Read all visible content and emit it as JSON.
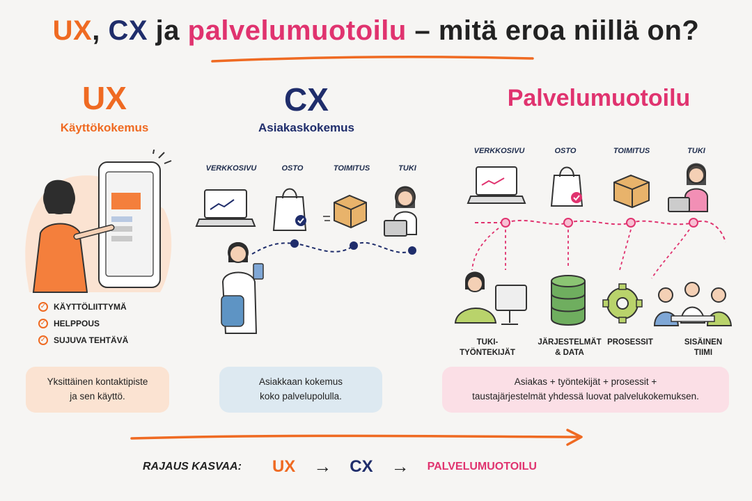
{
  "title": {
    "ux": "UX",
    "comma": ",",
    "cx": "CX",
    "ja": "ja",
    "pm": "palvelumuotoilu",
    "rest": "– mitä eroa niillä on?"
  },
  "colors": {
    "ux": "#ef6a22",
    "cx": "#1f2d6b",
    "pm": "#e0336f"
  },
  "ux_column": {
    "heading": "UX",
    "subheading": "Käyttökokemus",
    "checklist": [
      "KÄYTTÖLIITTYMÄ",
      "HELPPOUS",
      "SUJUVA TEHTÄVÄ"
    ],
    "summary_line1": "Yksittäinen kontaktipiste",
    "summary_line2": "ja sen käyttö."
  },
  "cx_column": {
    "heading": "CX",
    "subheading": "Asiakaskokemus",
    "steps": [
      "VERKKOSIVU",
      "OSTO",
      "TOIMITUS",
      "TUKI"
    ],
    "summary_line1": "Asiakkaan kokemus",
    "summary_line2": "koko palvelupolulla."
  },
  "pm_column": {
    "heading": "Palvelumuotoilu",
    "steps": [
      "VERKKOSIVU",
      "OSTO",
      "TOIMITUS",
      "TUKI"
    ],
    "backstage": [
      "TUKI-\nTYÖNTEKIJÄT",
      "JÄRJESTELMÄT\n& DATA",
      "PROSESSIT",
      "SISÄINEN\nTIIMI"
    ],
    "summary_line1": "Asiakas + työntekijät + prosessit +",
    "summary_line2": "taustajärjestelmät yhdessä luovat palvelukokemuksen."
  },
  "bottom": {
    "label": "RAJAUS KASVAA:",
    "ux": "UX",
    "arrow1": "→",
    "cx": "CX",
    "arrow2": "→",
    "pm": "PALVELUMUOTOILU"
  }
}
